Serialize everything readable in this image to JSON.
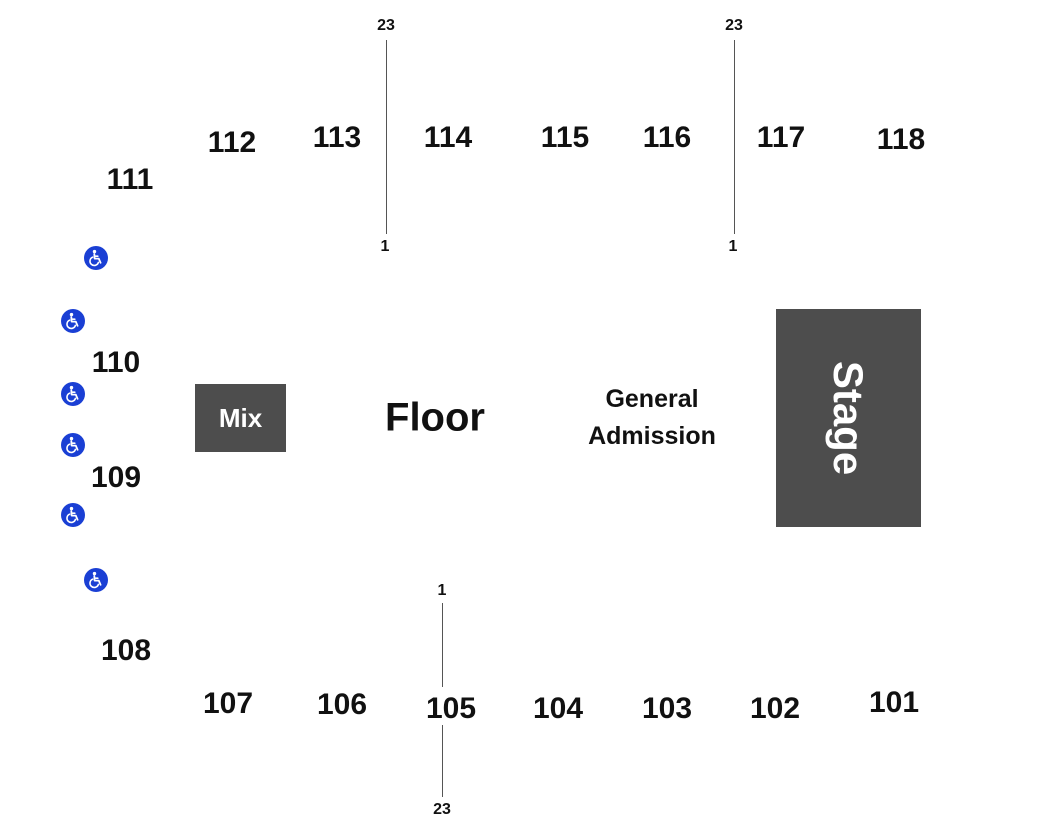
{
  "colors": {
    "box_fill": "#4d4d4d",
    "box_text": "#ffffff",
    "accessible_fill": "#1a3fd4",
    "line": "#555555",
    "text": "#111111"
  },
  "venue": {
    "stage_label": "Stage",
    "mix_label": "Mix",
    "floor_label": "Floor",
    "ga_line1": "General",
    "ga_line2": "Admission"
  },
  "sections_top": [
    "111",
    "112",
    "113",
    "114",
    "115",
    "116",
    "117",
    "118"
  ],
  "sections_left": [
    "110",
    "109",
    "108"
  ],
  "sections_bottom": [
    "107",
    "106",
    "105",
    "104",
    "103",
    "102",
    "101"
  ],
  "row_markers": {
    "top_left": {
      "high": "23",
      "low": "1"
    },
    "top_right": {
      "high": "23",
      "low": "1"
    },
    "bottom": {
      "low": "1",
      "high": "23"
    }
  },
  "accessible_icon": "wheelchair-icon"
}
